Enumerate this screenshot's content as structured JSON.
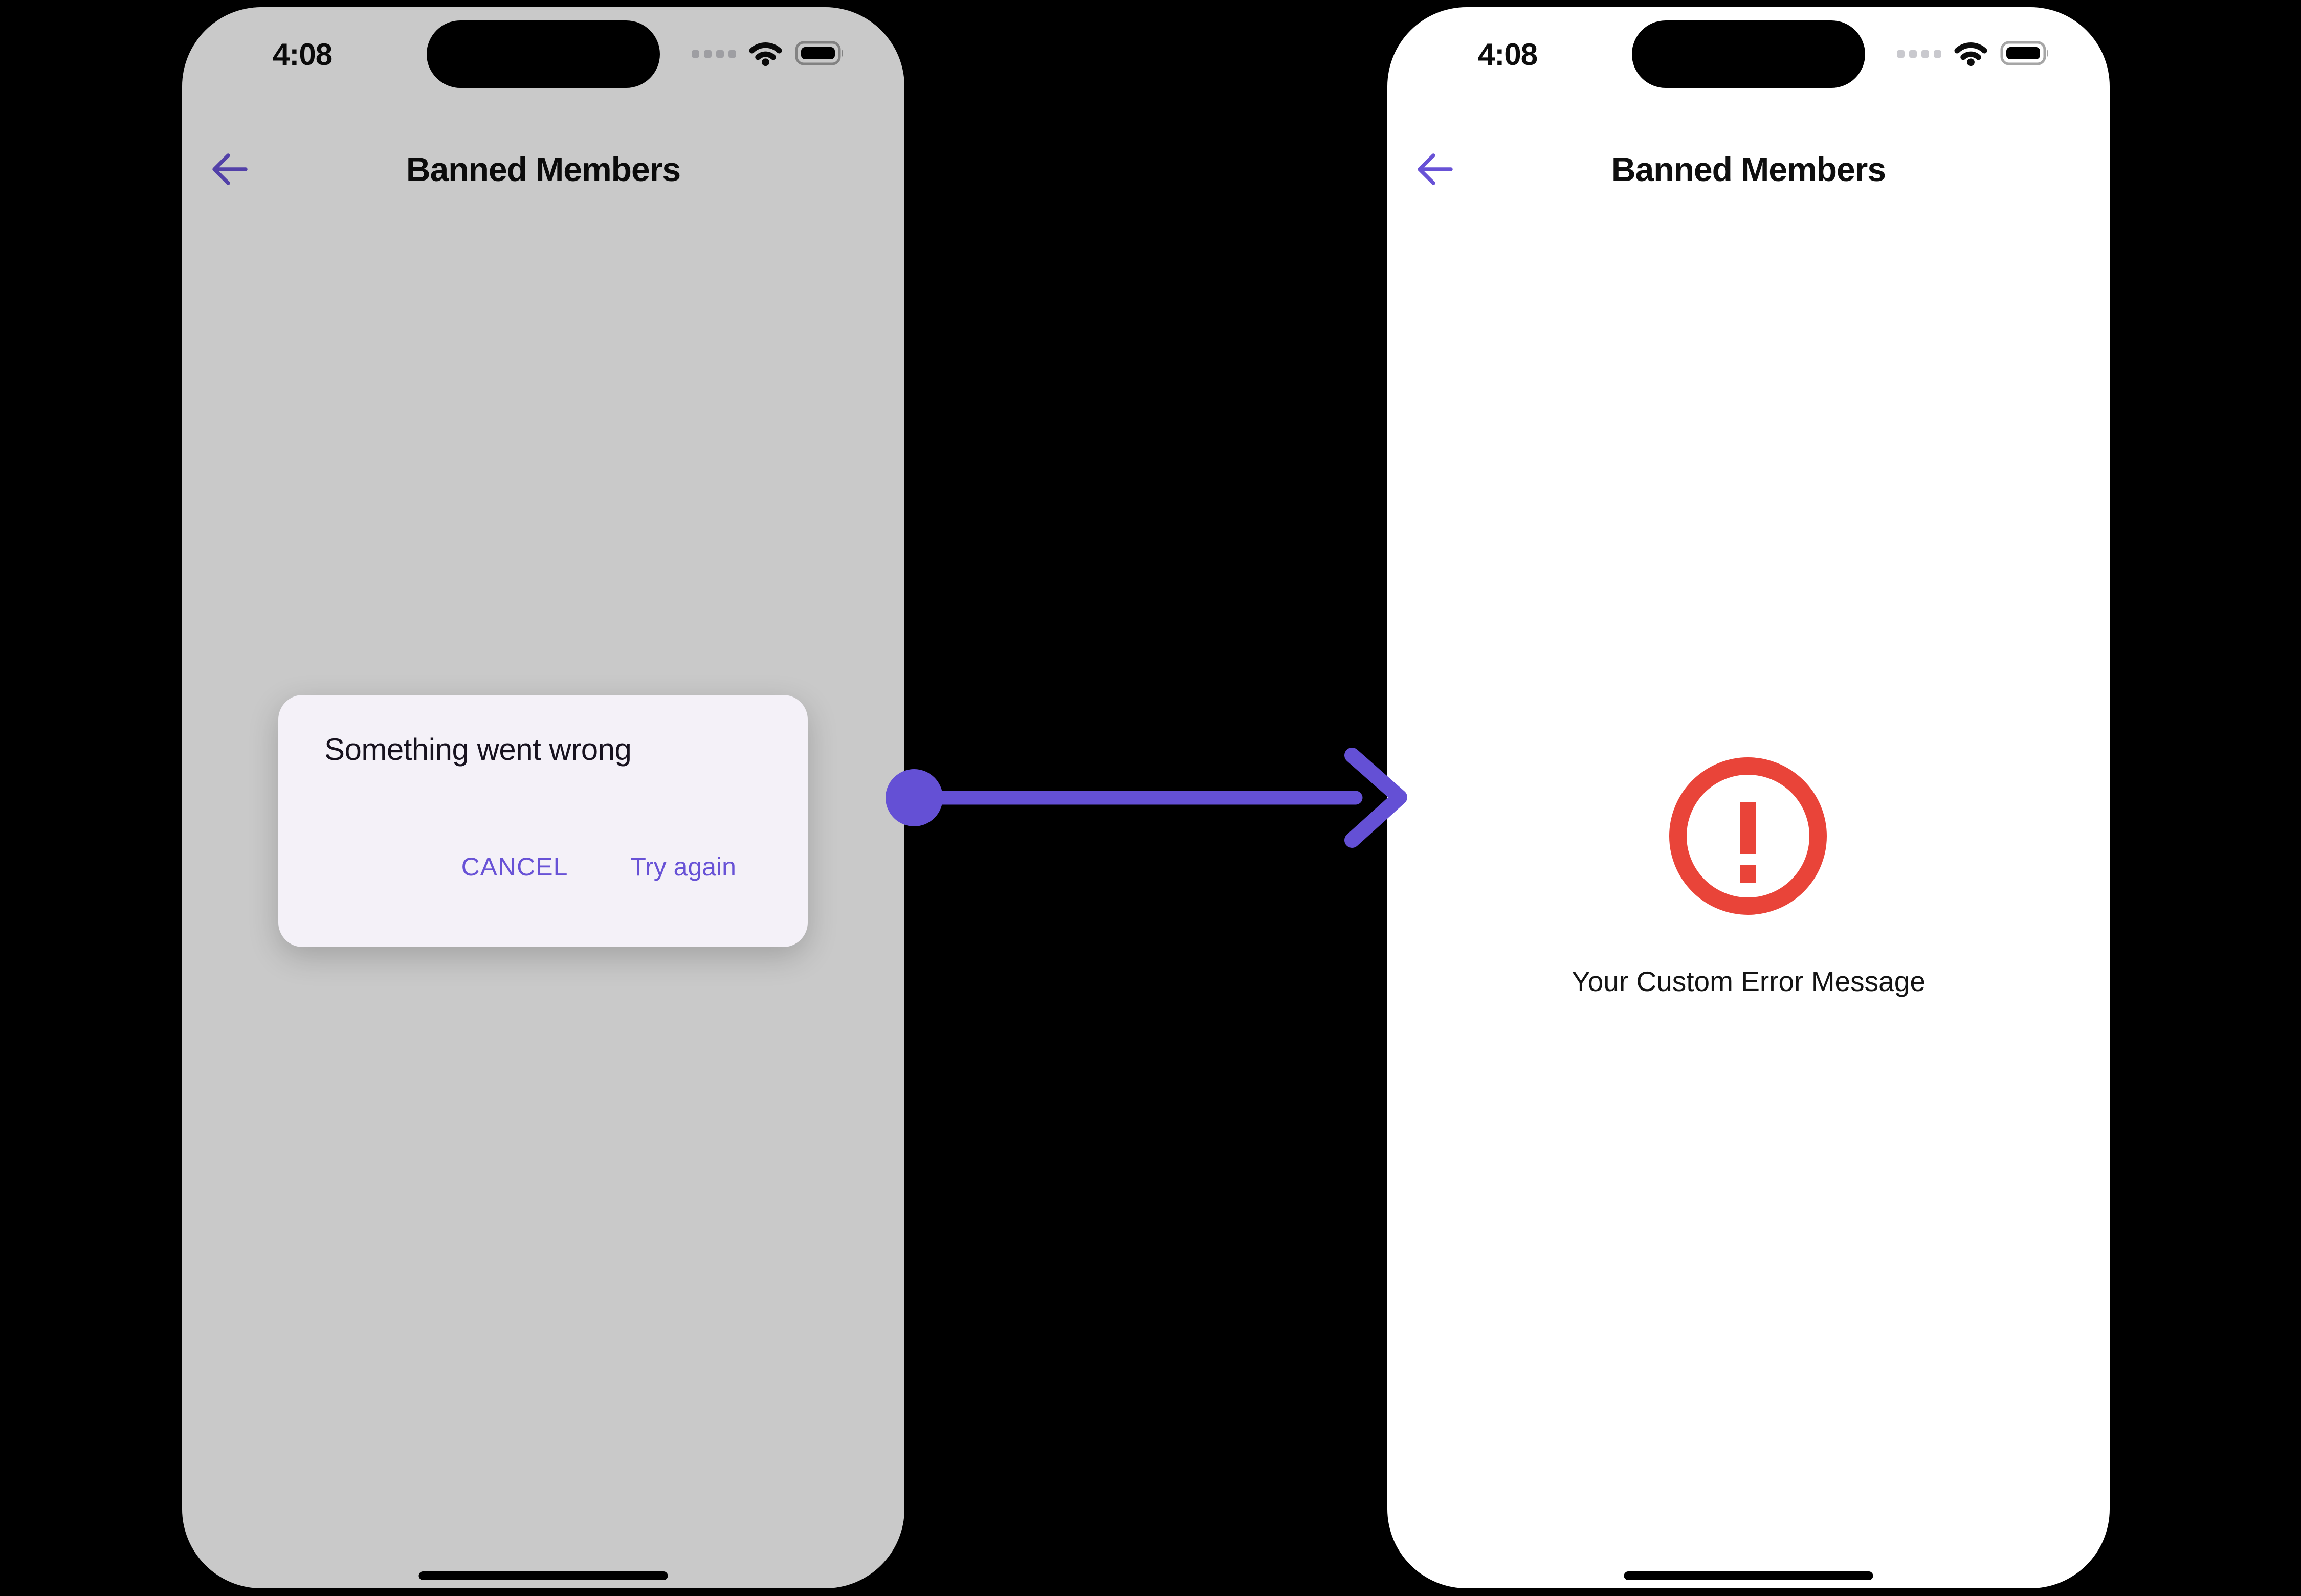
{
  "left_phone": {
    "status_bar": {
      "time": "4:08",
      "icons": [
        "cellular-signal-icon",
        "wifi-icon",
        "battery-icon"
      ]
    },
    "header": {
      "back_icon": "back-arrow-icon",
      "title": "Banned Members"
    },
    "dialog": {
      "title": "Something went wrong",
      "buttons": [
        {
          "label": "CANCEL"
        },
        {
          "label": "Try again"
        }
      ]
    }
  },
  "right_phone": {
    "status_bar": {
      "time": "4:08",
      "icons": [
        "cellular-signal-icon",
        "wifi-icon",
        "battery-icon"
      ]
    },
    "header": {
      "back_icon": "back-arrow-icon",
      "title": "Banned Members"
    },
    "error_state": {
      "icon": "error-exclamation-circle-icon",
      "message": "Your Custom Error Message"
    }
  },
  "connector": {
    "shape": "arrow",
    "direction": "left-to-right"
  },
  "colors": {
    "page_bg": "#000000",
    "accent_purple": "#6852d6",
    "connector_purple": "#6450d5",
    "error_red": "#e94439",
    "dim_overlay": "rgba(0,0,0,0.21)",
    "dialog_bg": "#f4f1f8",
    "screen_bg": "#ffffff"
  }
}
